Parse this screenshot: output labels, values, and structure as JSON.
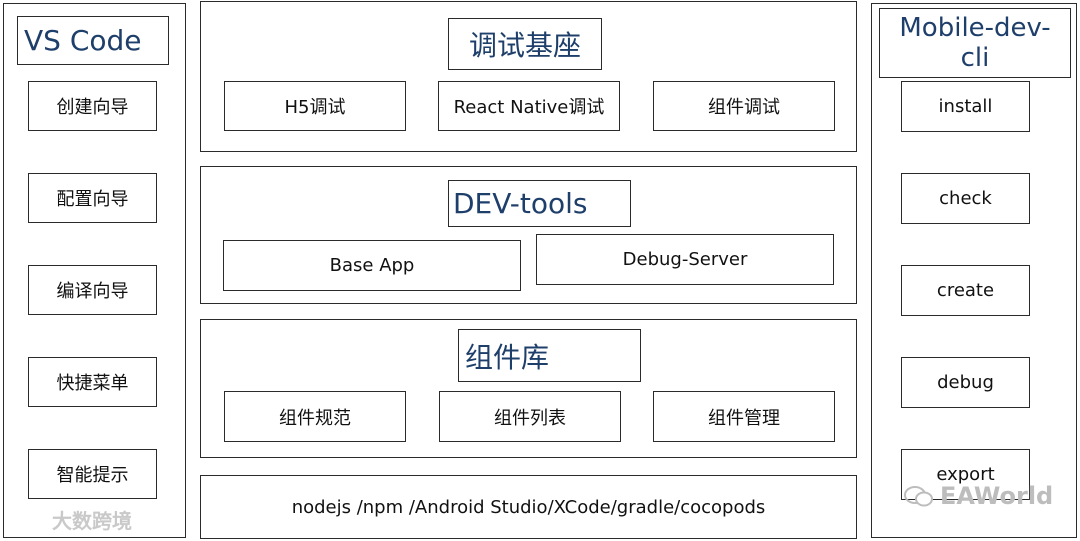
{
  "left": {
    "title": "VS Code",
    "items": [
      "创建向导",
      "配置向导",
      "编译向导",
      "快捷菜单",
      "智能提示"
    ]
  },
  "right": {
    "title": "Mobile-dev-cli",
    "items": [
      "install",
      "check",
      "create",
      "debug",
      "export"
    ]
  },
  "debug_base": {
    "title": "调试基座",
    "items": [
      "H5调试",
      "React Native调试",
      "组件调试"
    ]
  },
  "dev_tools": {
    "title": "DEV-tools",
    "items": [
      "Base App",
      "Debug-Server"
    ]
  },
  "component_lib": {
    "title": "组件库",
    "items": [
      "组件规范",
      "组件列表",
      "组件管理"
    ]
  },
  "bottom_bar": "nodejs /npm /Android Studio/XCode/gradle/cocopods",
  "watermarks": [
    "大数跨境",
    "EAWorld"
  ]
}
